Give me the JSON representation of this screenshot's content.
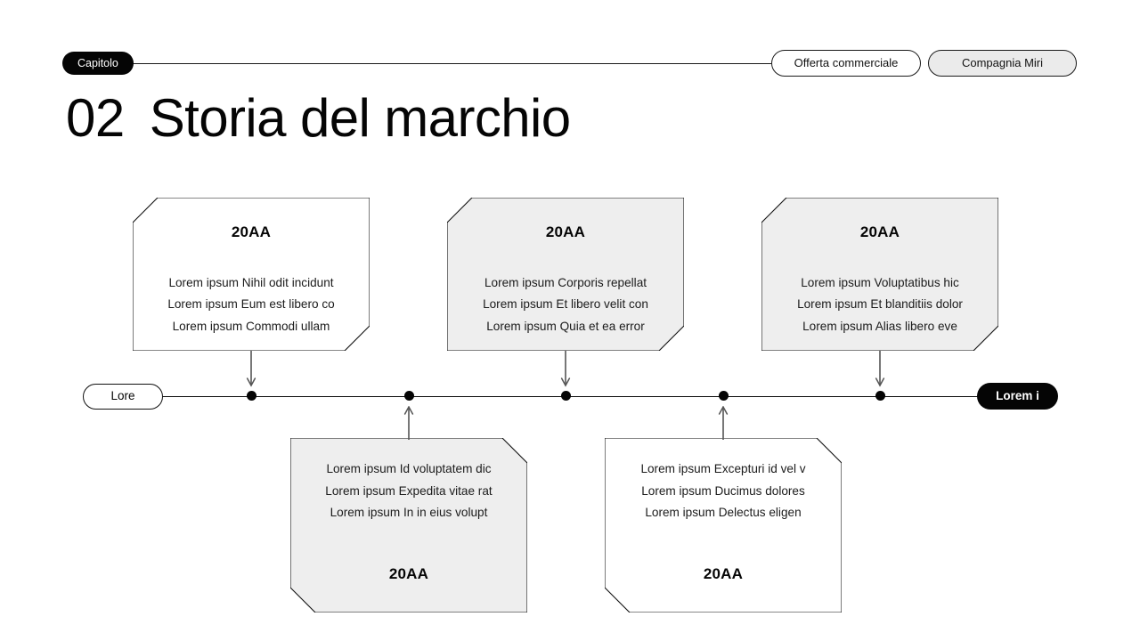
{
  "header": {
    "chapter_chip": "Capitolo",
    "button_offer": "Offerta commerciale",
    "button_company": "Compagnia Miri"
  },
  "title": {
    "number": "02",
    "text": "Storia del marchio"
  },
  "timeline": {
    "start_label": "Lore",
    "end_label": "Lorem i",
    "dot_count": 5,
    "dots_x": [
      282,
      459,
      635,
      812,
      988
    ]
  },
  "cards": [
    {
      "position": "top",
      "year": "20AA",
      "fill": "#ffffff",
      "lines": [
        "Lorem ipsum Nihil odit incidunt",
        "Lorem ipsum Eum est libero co",
        "Lorem ipsum Commodi ullam"
      ]
    },
    {
      "position": "bottom",
      "year": "20AA",
      "fill": "#eeeeee",
      "lines": [
        "Lorem ipsum Id voluptatem dic",
        "Lorem ipsum Expedita vitae rat",
        "Lorem ipsum In in eius volupt"
      ]
    },
    {
      "position": "top",
      "year": "20AA",
      "fill": "#eeeeee",
      "lines": [
        "Lorem ipsum Corporis repellat",
        "Lorem ipsum Et libero velit con",
        "Lorem ipsum Quia et ea error"
      ]
    },
    {
      "position": "bottom",
      "year": "20AA",
      "fill": "#ffffff",
      "lines": [
        "Lorem ipsum Excepturi id vel v",
        "Lorem ipsum Ducimus dolores",
        "Lorem ipsum Delectus eligen"
      ]
    },
    {
      "position": "top",
      "year": "20AA",
      "fill": "#eeeeee",
      "lines": [
        "Lorem ipsum Voluptatibus hic",
        "Lorem ipsum Et blanditiis dolor",
        "Lorem ipsum Alias libero eve"
      ]
    }
  ],
  "colors": {
    "ink": "#050505",
    "line": "#111111",
    "gray_fill": "#eeeeee",
    "white_fill": "#ffffff",
    "chip_gray": "#ebebeb"
  }
}
